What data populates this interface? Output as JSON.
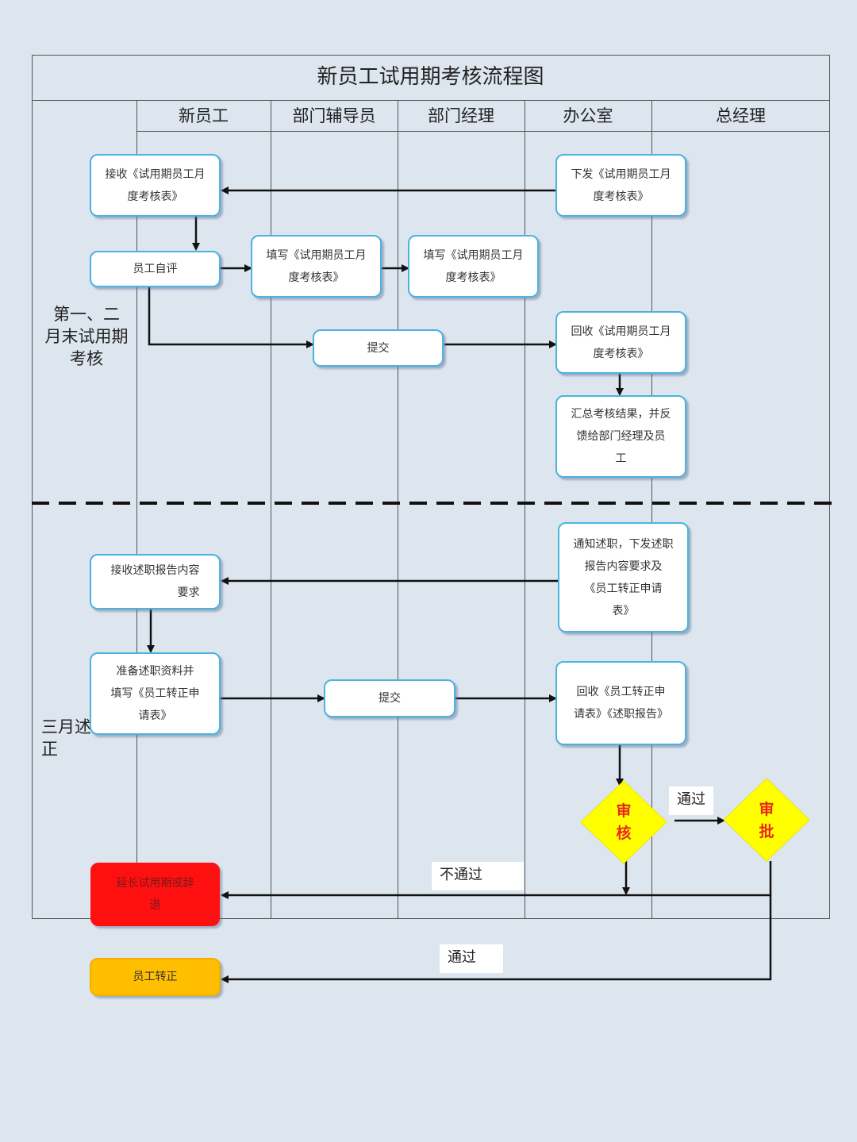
{
  "title": "新员工试用期考核流程图",
  "lanes": [
    "新员工",
    "部门辅导员",
    "部门经理",
    "办公室",
    "总经理"
  ],
  "phases": {
    "phase1": "第一、二月末试用期考核",
    "phase1_lines": [
      "第一、二",
      "月末试用期",
      "考核"
    ],
    "phase2_lines": [
      "三月述",
      "正"
    ]
  },
  "nodes": {
    "receive_form": [
      "接收《试用期员工月",
      "度考核表》"
    ],
    "issue_form": [
      "下发《试用期员工月",
      "度考核表》"
    ],
    "self_eval": [
      "员工自评"
    ],
    "mentor_fill": [
      "填写《试用期员工月",
      "度考核表》"
    ],
    "manager_fill": [
      "填写《试用期员工月",
      "度考核表》"
    ],
    "submit1": [
      "提交"
    ],
    "collect_form": [
      "回收《试用期员工月",
      "度考核表》"
    ],
    "summarize": [
      "汇总考核结果，并反",
      "馈给部门经理及员",
      "工"
    ],
    "notify_report": [
      "通知述职，下发述职",
      "报告内容要求及",
      "《员工转正申请",
      "表》"
    ],
    "receive_report": [
      "接收述职报告内容",
      "要求"
    ],
    "prepare": [
      "准备述职资料并",
      "填写《员工转正申",
      "请表》"
    ],
    "submit2": [
      "提交"
    ],
    "collect_report": [
      "回收《员工转正申",
      "请表》《述职报告》"
    ],
    "review": [
      "审",
      "核"
    ],
    "approve": [
      "审",
      "批"
    ],
    "extend": [
      "延长试用期或辞",
      "退"
    ],
    "confirm": [
      "员工转正"
    ]
  },
  "edge_labels": {
    "pass1": "通过",
    "fail": "不通过",
    "pass2": "通过"
  },
  "colors": {
    "box_border": "#4ab3e0",
    "decision_fill": "#ffff00",
    "decision_text": "#e8281e",
    "extend_fill": "#ff1010",
    "confirm_fill": "#ffbf00",
    "background": "#dde5ef"
  }
}
